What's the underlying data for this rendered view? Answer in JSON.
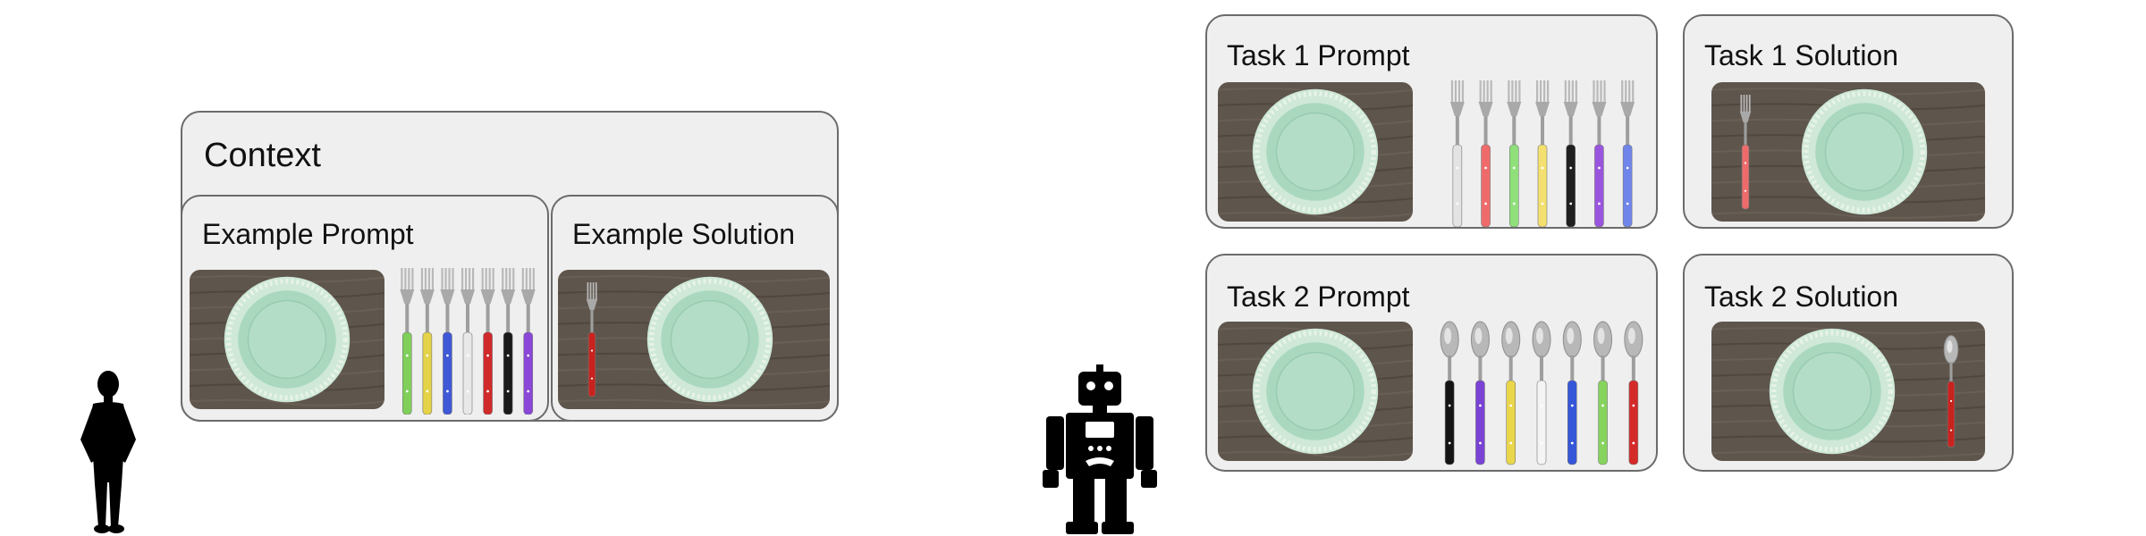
{
  "context": {
    "title": "Context",
    "example_prompt": {
      "title": "Example Prompt",
      "utensil": "fork",
      "colors": [
        "#7fcf5a",
        "#e4d347",
        "#3f58d6",
        "#e8e8e8",
        "#d12a2a",
        "#1a1a1a",
        "#8a47d8"
      ]
    },
    "example_solution": {
      "title": "Example Solution",
      "utensil": "fork",
      "color": "#c9231f",
      "side": "left"
    }
  },
  "tasks": [
    {
      "prompt": {
        "title": "Task 1 Prompt",
        "utensil": "fork",
        "colors": [
          "#e3e3e3",
          "#ef6b6b",
          "#8fe07a",
          "#f3e06e",
          "#1f1f1f",
          "#9a55df",
          "#6f85ea"
        ]
      },
      "solution": {
        "title": "Task 1 Solution",
        "utensil": "fork",
        "color": "#ef6b6b",
        "side": "left"
      }
    },
    {
      "prompt": {
        "title": "Task 2 Prompt",
        "utensil": "spoon",
        "colors": [
          "#141414",
          "#7a43d6",
          "#ead64a",
          "#f4f4f4",
          "#3556d8",
          "#86d45e",
          "#d52a2a"
        ]
      },
      "solution": {
        "title": "Task 2 Solution",
        "utensil": "spoon",
        "color": "#c9231f",
        "side": "right"
      }
    }
  ],
  "figures": [
    "person-silhouette",
    "robot-silhouette"
  ],
  "palette": {
    "panel_bg": "#efefef",
    "panel_border": "#6b6b6b",
    "table_wood": "#5e554c",
    "plate": "#a9d8bf"
  }
}
